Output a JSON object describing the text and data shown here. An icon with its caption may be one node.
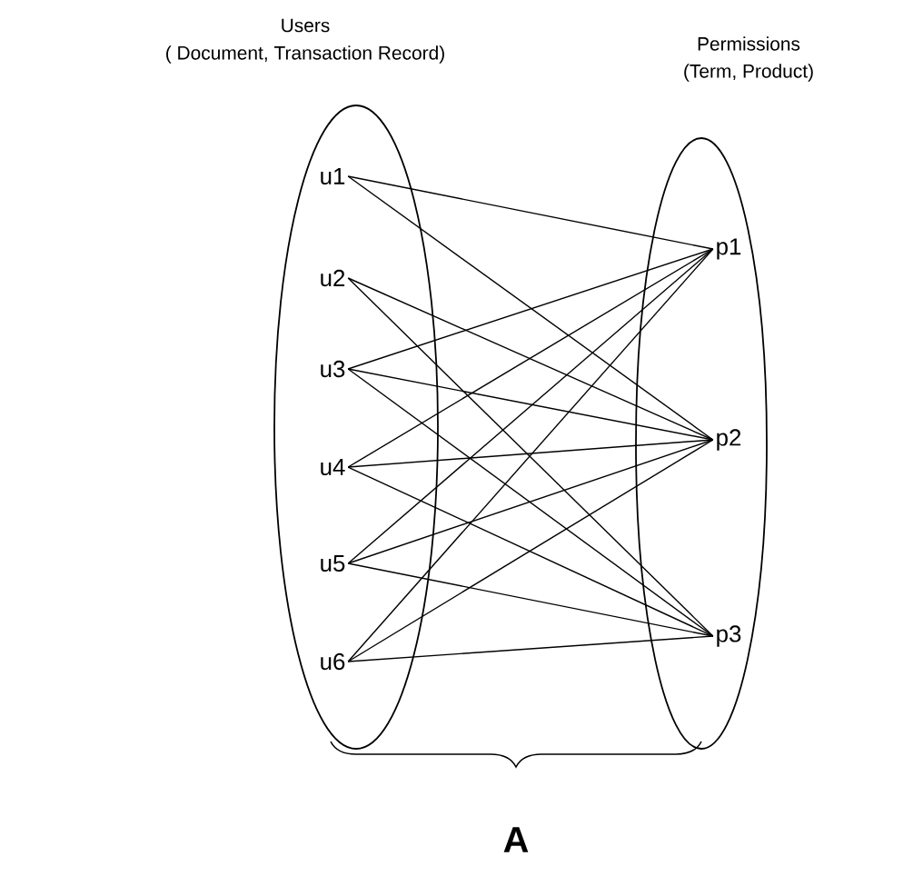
{
  "diagram": {
    "nodes": [
      {
        "text": [
          "Users",
          "( Document, Transaction Record)"
        ]
      },
      {
        "text": [
          "Permissions",
          "(Term, Product)"
        ]
      },
      {
        "text": [
          "u1"
        ],
        "in": 0
      },
      {
        "text": [
          "u2"
        ],
        "in": 0
      },
      {
        "text": [
          "u3"
        ],
        "in": 0
      },
      {
        "text": [
          "u4"
        ],
        "in": 0
      },
      {
        "text": [
          "u5"
        ],
        "in": 0
      },
      {
        "text": [
          "u6"
        ],
        "in": 0
      },
      {
        "text": [
          "p1"
        ],
        "in": 1
      },
      {
        "text": [
          "p2"
        ],
        "in": 1
      },
      {
        "text": [
          "p3"
        ],
        "in": 1
      }
    ],
    "edges": [
      {
        "from": 2,
        "to": 8,
        "arrow": "none"
      },
      {
        "from": 2,
        "to": 9,
        "arrow": "none"
      },
      {
        "from": 3,
        "to": 9,
        "arrow": "none"
      },
      {
        "from": 3,
        "to": 10,
        "arrow": "none"
      },
      {
        "from": 4,
        "to": 8,
        "arrow": "none"
      },
      {
        "from": 4,
        "to": 9,
        "arrow": "none"
      },
      {
        "from": 4,
        "to": 10,
        "arrow": "none"
      },
      {
        "from": 5,
        "to": 8,
        "arrow": "none"
      },
      {
        "from": 5,
        "to": 9,
        "arrow": "none"
      },
      {
        "from": 5,
        "to": 10,
        "arrow": "none"
      },
      {
        "from": 6,
        "to": 8,
        "arrow": "none"
      },
      {
        "from": 6,
        "to": 9,
        "arrow": "none"
      },
      {
        "from": 6,
        "to": 10,
        "arrow": "none"
      },
      {
        "from": 7,
        "to": 8,
        "arrow": "none"
      },
      {
        "from": 7,
        "to": 9,
        "arrow": "none"
      },
      {
        "from": 7,
        "to": 10,
        "arrow": "none"
      }
    ],
    "labels": [
      "A"
    ]
  }
}
